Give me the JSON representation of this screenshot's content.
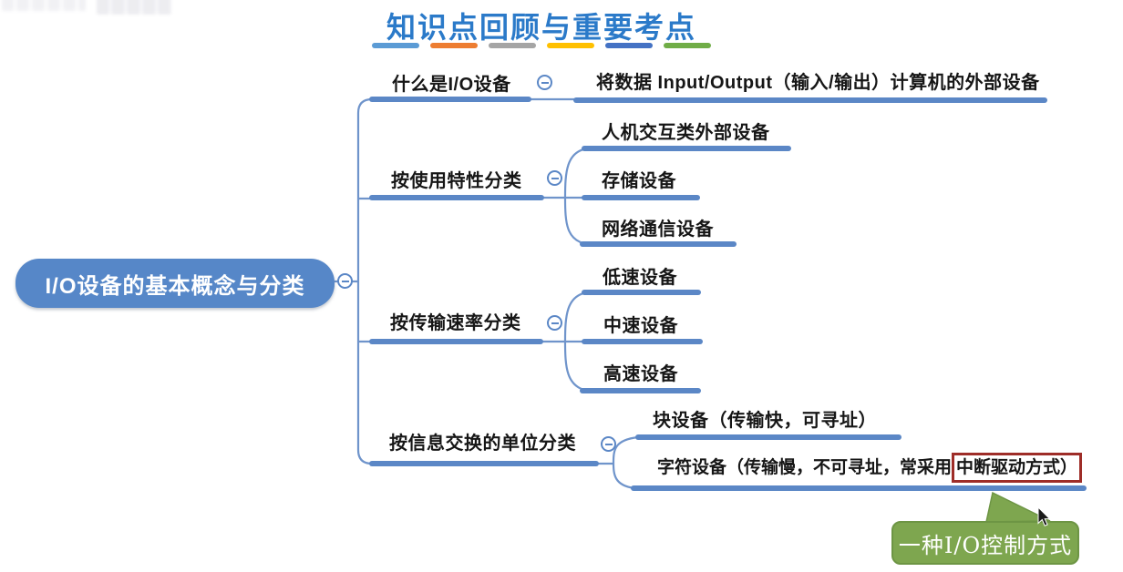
{
  "header": {
    "title": "知识点回顾与重要考点",
    "underline_colors": [
      "#5B9BD5",
      "#ED7D31",
      "#A5A5A5",
      "#FFC000",
      "#4472C4",
      "#70AD47"
    ]
  },
  "mindmap": {
    "root": "I/O设备的基本概念与分类",
    "branches": [
      {
        "label": "什么是I/O设备",
        "children": [
          "将数据 Input/Output（输入/输出）计算机的外部设备"
        ]
      },
      {
        "label": "按使用特性分类",
        "children": [
          "人机交互类外部设备",
          "存储设备",
          "网络通信设备"
        ]
      },
      {
        "label": "按传输速率分类",
        "children": [
          "低速设备",
          "中速设备",
          "高速设备"
        ]
      },
      {
        "label": "按信息交换的单位分类",
        "children": [
          "块设备（传输快，可寻址）",
          {
            "prefix": "字符设备（传输慢，不可寻址，常采用",
            "highlight": "中断驱动方式）"
          }
        ]
      }
    ]
  },
  "callout": {
    "text": "一种I/O控制方式"
  },
  "colors": {
    "branch_line": "#5b87c6",
    "connector_line": "#6f94cb",
    "root_fill": "#5687c8",
    "title_text": "#2b7ac9",
    "highlight_border": "#9e2d28",
    "callout_fill": "#7ea64f",
    "callout_border": "#6d9544"
  }
}
